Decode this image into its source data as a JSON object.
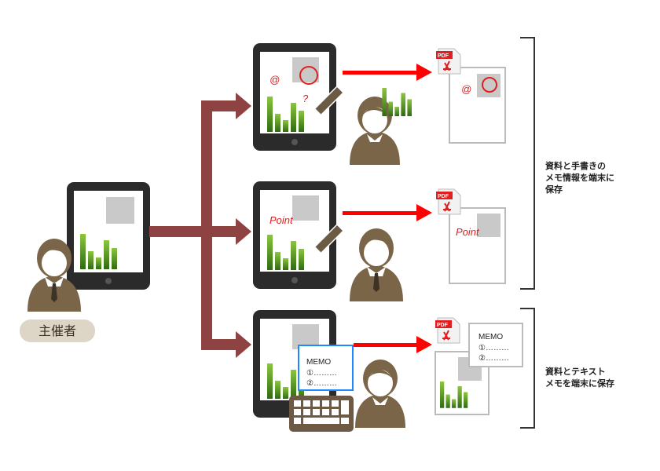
{
  "host": {
    "label": "主催者"
  },
  "memo": {
    "title": "MEMO",
    "line1": "①………",
    "line2": "②………"
  },
  "annotations": {
    "point": "Point",
    "at": "@",
    "question": "?"
  },
  "pdf_badge": "PDF",
  "captions": {
    "handwritten": [
      "資料と手書きの",
      "メモ情報を端末に",
      "保存"
    ],
    "text_memo": [
      "資料とテキスト",
      "メモを端末に保存"
    ]
  },
  "colors": {
    "branch_arrow": "#8e4242",
    "save_arrow": "#ff0000",
    "person": "#7a6548",
    "bars": "#4f8a1e",
    "memo_border": "#1e88ff"
  }
}
